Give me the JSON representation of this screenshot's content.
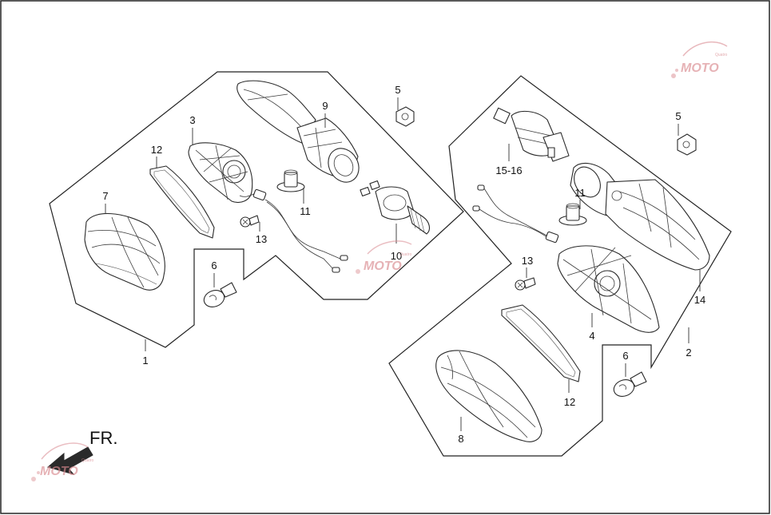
{
  "labels": {
    "p1": "1",
    "p2": "2",
    "p3": "3",
    "p4": "4",
    "p5a": "5",
    "p5b": "5",
    "p6a": "6",
    "p6b": "6",
    "p7": "7",
    "p8": "8",
    "p9": "9",
    "p10": "10",
    "p11a": "11",
    "p11b": "11",
    "p12a": "12",
    "p12b": "12",
    "p13a": "13",
    "p13b": "13",
    "p14": "14",
    "p15": "15-16"
  },
  "direction": {
    "label": "FR."
  },
  "watermark": {
    "brand": "MOTO",
    "sub": "Quatro"
  },
  "colors": {
    "line": "#2a2a2a",
    "watermark": "#d9898f",
    "background": "#ffffff"
  }
}
